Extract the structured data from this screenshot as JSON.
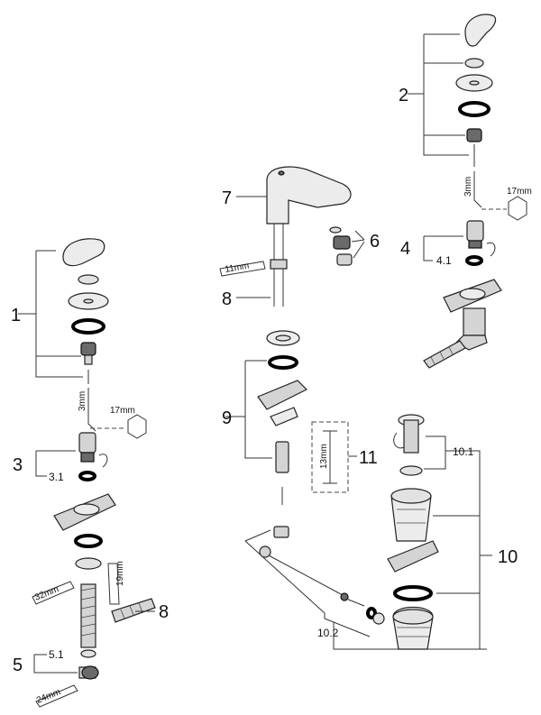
{
  "callouts": {
    "c1": "1",
    "c2": "2",
    "c3": "3",
    "c3_1": "3.1",
    "c4": "4",
    "c4_1": "4.1",
    "c5": "5",
    "c5_1": "5.1",
    "c6": "6",
    "c7": "7",
    "c8_center": "8",
    "c8_left": "8",
    "c9": "9",
    "c10": "10",
    "c10_1": "10.1",
    "c10_2": "10.2",
    "c11": "11"
  },
  "tool_labels": {
    "hex_key_left": "3mm",
    "wrench_left": "17mm",
    "hex_key_right": "3mm",
    "wrench_right": "17mm",
    "spanner_center": "11mm",
    "spanner_32": "32mm",
    "spanner_19": "19mm",
    "spanner_24": "24mm",
    "gauge_13": "13mm"
  },
  "colors": {
    "line": "#333333",
    "oring": "#000000",
    "part_fill": "#d4d4d4"
  }
}
